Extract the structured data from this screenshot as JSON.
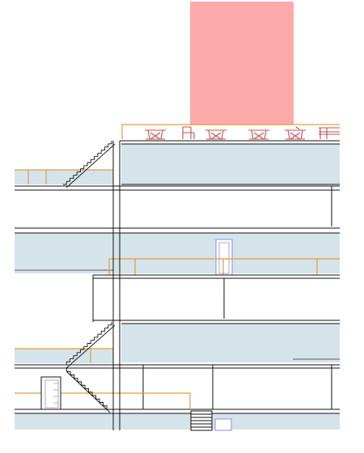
{
  "colors": {
    "background": "#ffffff",
    "slab": "#d5e4ea",
    "rooftop_block": "#ffaaaa",
    "railing": "#e39a3c",
    "furniture": "#c0504d",
    "lines": "#111111",
    "door": "#8f8fd6"
  },
  "floors": [
    "roof-terrace",
    "level-1",
    "level-2",
    "level-3",
    "level-4",
    "level-5"
  ],
  "roof_furniture": [
    "table",
    "chair",
    "table",
    "table",
    "table",
    "bench"
  ],
  "stairs": [
    "upper-stair",
    "lower-stair"
  ],
  "doors": [
    "door-level-2",
    "door-lower-left",
    "door-bottom"
  ]
}
